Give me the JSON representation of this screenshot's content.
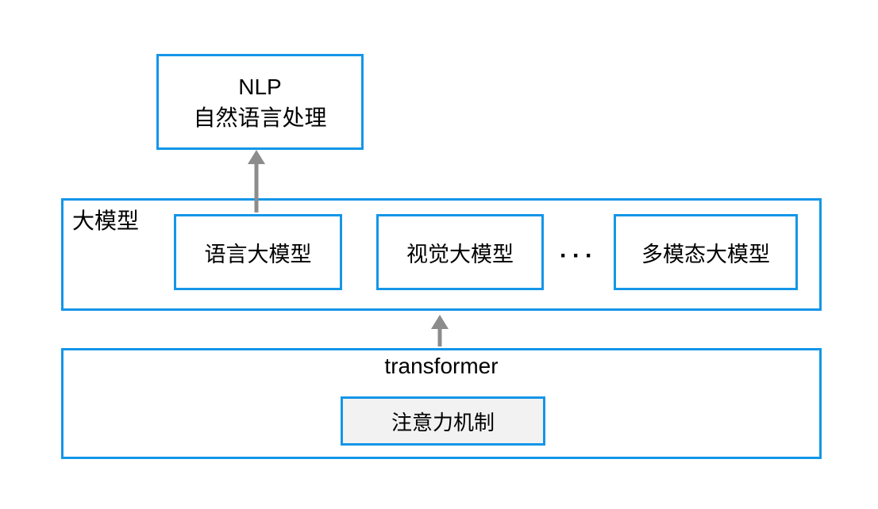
{
  "diagram": {
    "nlp_box": {
      "line1": "NLP",
      "line2": "自然语言处理"
    },
    "large_model": {
      "label": "大模型",
      "items": [
        {
          "label": "语言大模型"
        },
        {
          "label": "视觉大模型"
        },
        {
          "label": "多模态大模型"
        }
      ],
      "ellipsis": "···"
    },
    "transformer": {
      "label": "transformer",
      "attention": "注意力机制"
    },
    "colors": {
      "box_border": "#1496e8",
      "arrow": "#8c8c8c",
      "attention_fill": "#f2f2f2",
      "text": "#000000"
    }
  }
}
